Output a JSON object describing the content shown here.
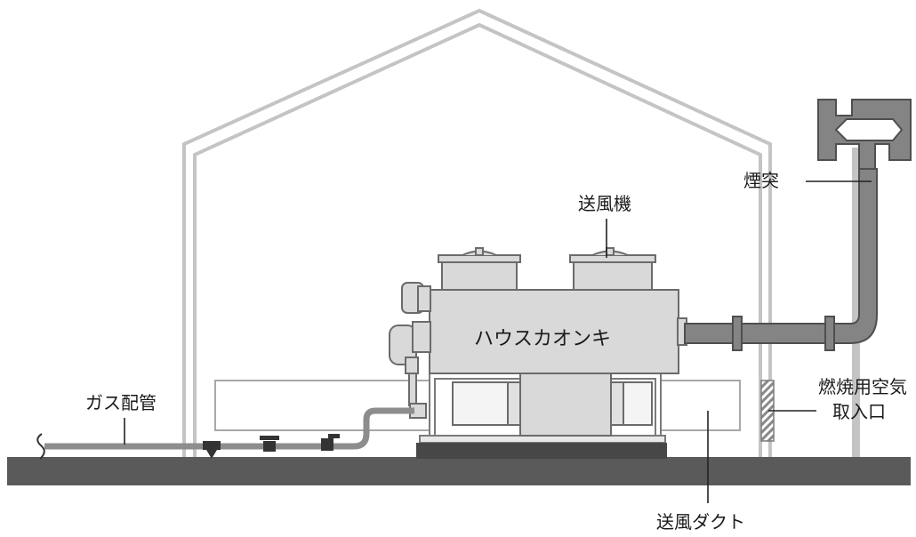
{
  "labels": {
    "heater": "ハウスカオンキ",
    "blower": "送風機",
    "chimney": "煙突",
    "air_intake_line1": "燃焼用空気",
    "air_intake_line2": "取入口",
    "gas_pipe": "ガス配管",
    "duct": "送風ダクト"
  },
  "colors": {
    "ground": "#5a5a5a",
    "house_outline": "#c7c7c7",
    "body_fill": "#d9d9d9",
    "body_stroke": "#6b6b6b",
    "pipe": "#8d8d8d",
    "chimney": "#848484",
    "duct_stroke": "#9a9a9a"
  }
}
